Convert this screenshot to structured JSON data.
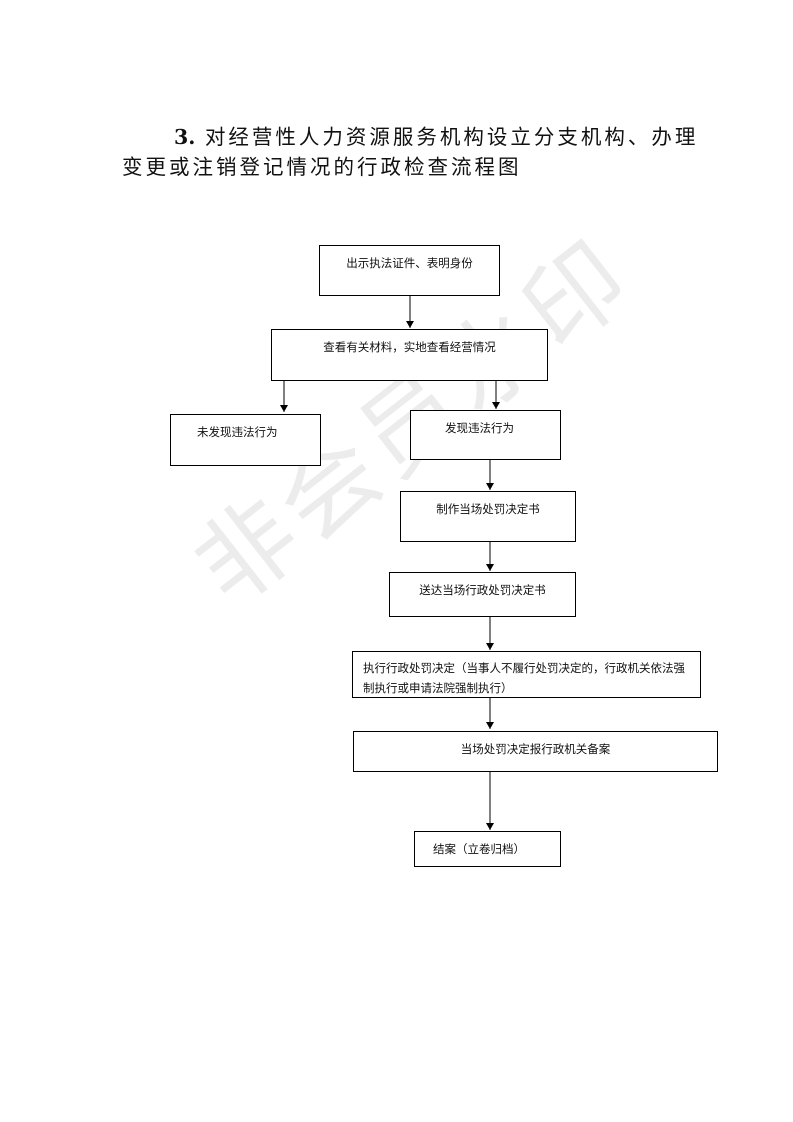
{
  "title": {
    "number": "3.",
    "line1": "对经营性人力资源服务机构设立分支机构、办理",
    "line2": "变更或注销登记情况的行政检查流程图"
  },
  "watermark": "非会员水印",
  "nodes": {
    "show_id": "出示执法证件、表明身份",
    "inspect": "查看有关材料，实地查看经营情况",
    "no_violation": "未发现违法行为",
    "violation": "发现违法行为",
    "make_decision": "制作当场处罚决定书",
    "deliver": "送达当场行政处罚决定书",
    "execute": "执行行政处罚决定（当事人不履行处罚决定的，行政机关依法强制执行或申请法院强制执行）",
    "report": "当场处罚决定报行政机关备案",
    "close": "结案（立卷归档）"
  }
}
